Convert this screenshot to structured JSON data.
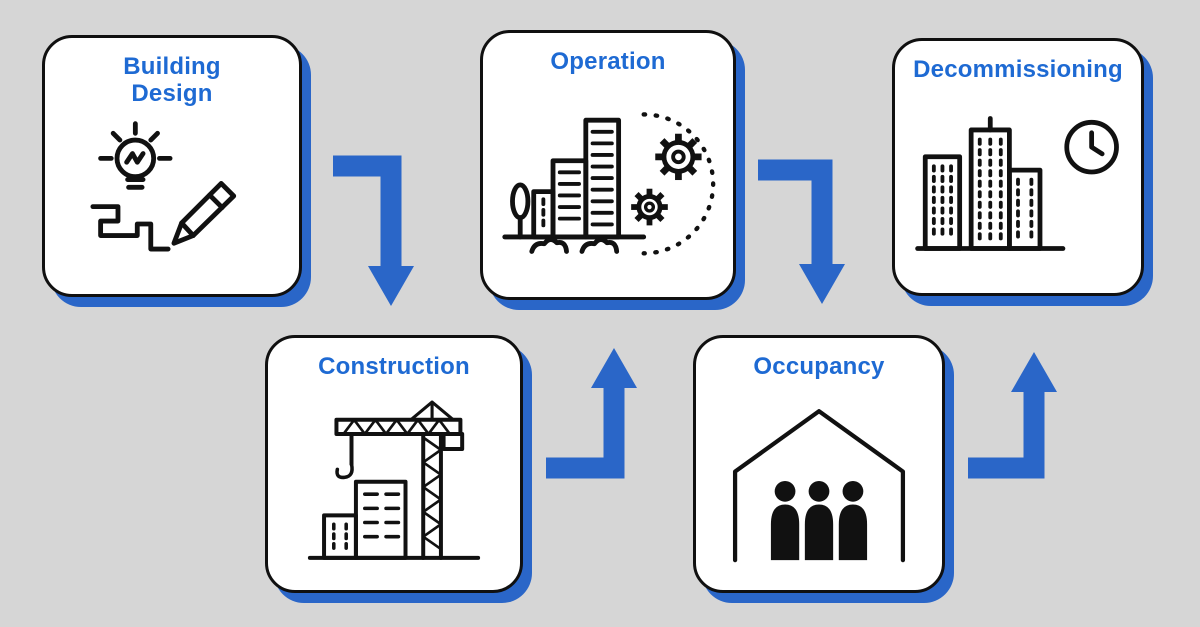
{
  "diagram": {
    "nodes": [
      {
        "id": "building-design",
        "label": "Building Design",
        "icon": "lightbulb-pencil-sketch-icon",
        "row": "top"
      },
      {
        "id": "operation",
        "label": "Operation",
        "icon": "city-buildings-gears-icon",
        "row": "top"
      },
      {
        "id": "decommissioning",
        "label": "Decommissioning",
        "icon": "buildings-clock-icon",
        "row": "top"
      },
      {
        "id": "construction",
        "label": "Construction",
        "icon": "tower-crane-building-icon",
        "row": "bottom"
      },
      {
        "id": "occupancy",
        "label": "Occupancy",
        "icon": "house-with-people-icon",
        "row": "bottom"
      }
    ],
    "arrows": [
      {
        "from": "Building Design",
        "to": "Construction",
        "direction": "down"
      },
      {
        "from": "Construction",
        "to": "Operation",
        "direction": "up"
      },
      {
        "from": "Operation",
        "to": "Occupancy",
        "direction": "down"
      },
      {
        "from": "Occupancy",
        "to": "Decommissioning",
        "direction": "up"
      }
    ],
    "flow_order": [
      "Building Design",
      "Construction",
      "Operation",
      "Occupancy",
      "Decommissioning"
    ],
    "colors": {
      "background": "#d6d6d6",
      "card_background": "#ffffff",
      "card_border": "#101010",
      "accent_blue": "#2a66c8",
      "title_blue": "#1e6ad3",
      "icon_black": "#111111"
    }
  }
}
